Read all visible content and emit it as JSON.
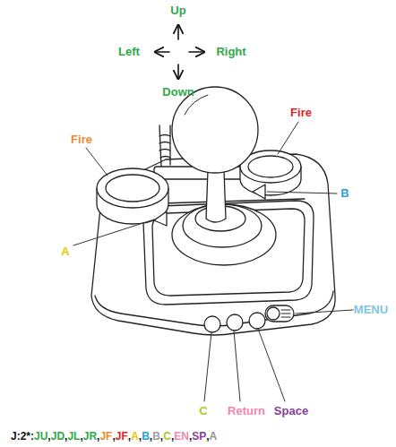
{
  "diagram": {
    "labels": [
      "Up",
      "Left",
      "Right",
      "Down",
      "Fire",
      "Fire",
      "B",
      "A",
      "MENU",
      "C",
      "Return",
      "Space",
      "J:2*:",
      "JU",
      ",",
      "JD",
      ",",
      "JL",
      ",",
      "JR",
      ",",
      "JF",
      ",",
      "JF",
      ",",
      "A",
      ",",
      "B",
      ",",
      "B",
      ",",
      "C",
      ",",
      "EN",
      ",",
      "SP",
      ",",
      "A"
    ]
  }
}
